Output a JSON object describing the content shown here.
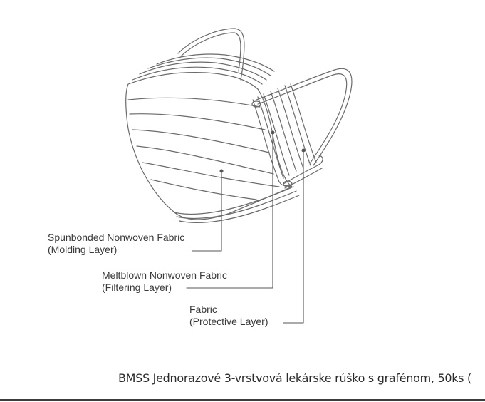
{
  "diagram": {
    "labels": [
      {
        "line1": "Spunbonded Nonwoven Fabric",
        "line2": "(Molding Layer)"
      },
      {
        "line1": "Meltblown Nonwoven Fabric",
        "line2": "(Filtering Layer)"
      },
      {
        "line1": "Fabric",
        "line2": "(Protective Layer)"
      }
    ],
    "stroke_color": "#6a6a6a"
  },
  "caption": {
    "text": "BMSS Jednorazové 3-vrstvová lekárske rúško s grafénom, 50ks  ("
  }
}
